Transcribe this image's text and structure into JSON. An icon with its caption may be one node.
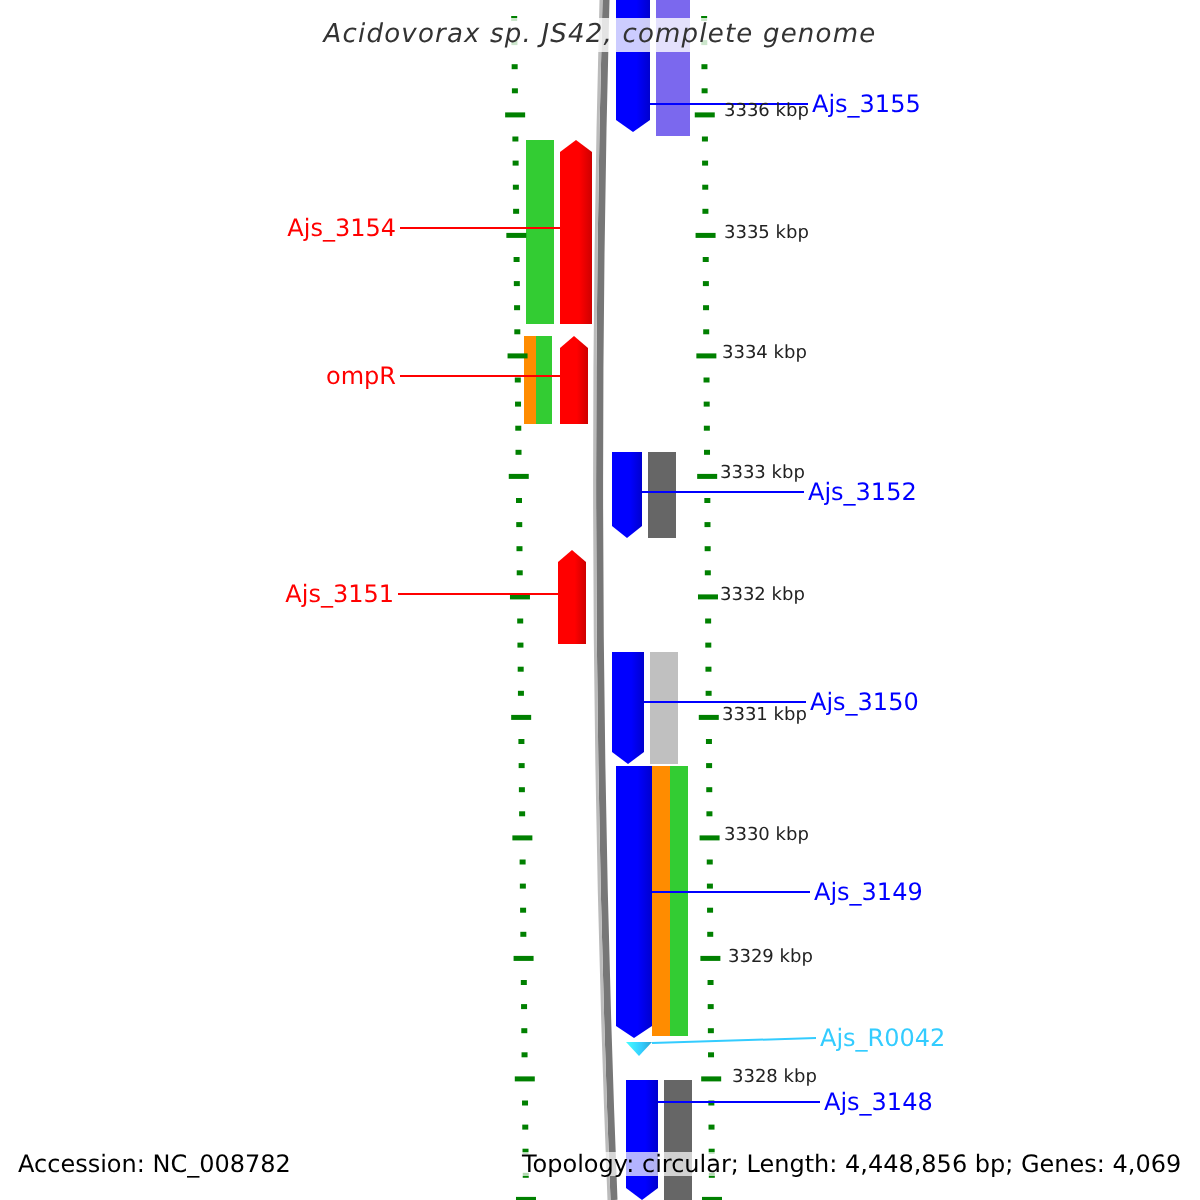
{
  "diagram": {
    "title": "Acidovorax sp. JS42, complete genome",
    "nodes": [
      {
        "text": [
          "Ajs_3155"
        ]
      },
      {
        "text": [
          "Ajs_3154"
        ]
      },
      {
        "text": [
          "ompR"
        ]
      },
      {
        "text": [
          "Ajs_3152"
        ]
      },
      {
        "text": [
          "Ajs_3151"
        ]
      },
      {
        "text": [
          "Ajs_3150"
        ]
      },
      {
        "text": [
          "Ajs_3149"
        ]
      },
      {
        "text": [
          "Ajs_R0042"
        ]
      },
      {
        "text": [
          "Ajs_3148"
        ]
      },
      {
        "text": [],
        "shape": "bar"
      },
      {
        "text": [],
        "shape": "bar"
      },
      {
        "text": [],
        "shape": "bar"
      },
      {
        "text": [],
        "shape": "bar"
      },
      {
        "text": [],
        "shape": "bar"
      },
      {
        "text": [],
        "shape": "bar"
      },
      {
        "text": [],
        "shape": "bar"
      },
      {
        "text": [],
        "shape": "bar"
      },
      {
        "text": [],
        "shape": "bar"
      }
    ],
    "edges": [
      {
        "from": 0,
        "to": 9,
        "arrow": "none"
      },
      {
        "from": 1,
        "to": 10,
        "arrow": "none",
        "color": "#ff0000"
      },
      {
        "from": 2,
        "to": 11,
        "arrow": "none",
        "color": "#ff0000"
      },
      {
        "from": 3,
        "to": 12,
        "arrow": "none"
      },
      {
        "from": 4,
        "to": 13,
        "arrow": "none",
        "color": "#ff0000"
      },
      {
        "from": 5,
        "to": 14,
        "arrow": "none"
      },
      {
        "from": 6,
        "to": 15,
        "arrow": "none"
      },
      {
        "from": 7,
        "to": 16,
        "arrow": "none",
        "color": "#33ccff"
      },
      {
        "from": 8,
        "to": 17,
        "arrow": "none"
      }
    ],
    "labels": [
      "3336 kbp",
      "3335 kbp",
      "3334 kbp",
      "3333 kbp",
      "3332 kbp",
      "3331 kbp",
      "3330 kbp",
      "3329 kbp",
      "3328 kbp",
      "Accession: NC_008782",
      "Topology: circular; Length: 4,448,856 bp; Genes: 4,069"
    ]
  }
}
